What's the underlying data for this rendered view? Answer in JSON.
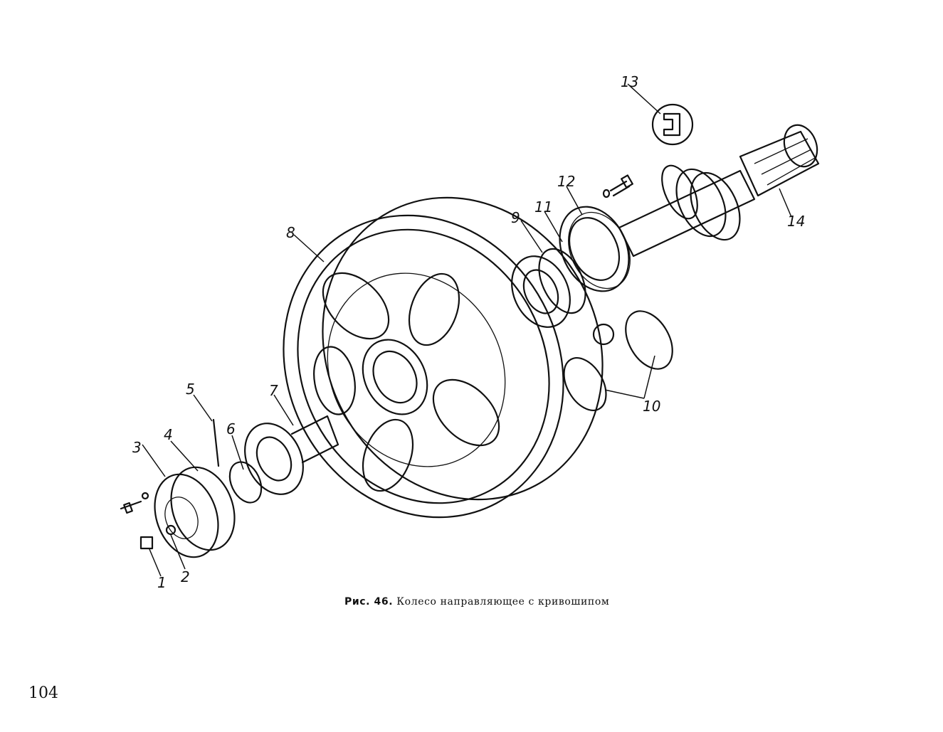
{
  "figure": {
    "caption_prefix": "Рис. 46.",
    "caption_title": "Колесо направляющее с кривошипом",
    "callouts": [
      "1",
      "2",
      "3",
      "4",
      "5",
      "6",
      "7",
      "8",
      "9",
      "10",
      "11",
      "12",
      "13",
      "14"
    ]
  },
  "page": {
    "number": "104"
  }
}
